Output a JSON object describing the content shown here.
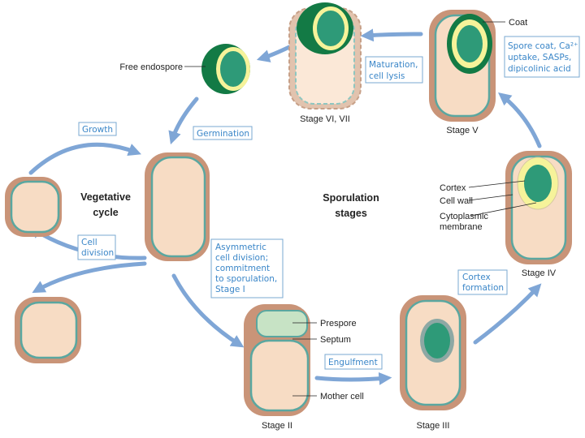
{
  "colors": {
    "cell_outer": "#c99478",
    "cell_inner": "#f7dcc4",
    "membrane": "#5aa7a0",
    "spore": "#2e9a78",
    "spore_light": "#a9d6b8",
    "coat_dark": "#137a45",
    "cortex_yellow": "#f6f39a",
    "arrow": "#7fa6d6",
    "label_blue": "#3a86c8"
  },
  "center": {
    "vegetative": [
      "Vegetative",
      "cycle"
    ],
    "sporulation": [
      "Sporulation",
      "stages"
    ]
  },
  "process_labels": {
    "growth": "Growth",
    "cell_division": [
      "Cell",
      "division"
    ],
    "germination": "Germination",
    "maturation": [
      "Maturation,",
      "cell lysis"
    ],
    "spore_coat": [
      "Spore coat, Ca²⁺",
      "uptake, SASPs,",
      "dipicolinic acid"
    ],
    "cortex_formation": [
      "Cortex",
      "formation"
    ],
    "engulfment": "Engulfment",
    "asymmetric": [
      "Asymmetric",
      "cell division;",
      "commitment",
      "to sporulation,",
      "Stage I"
    ]
  },
  "stages": {
    "stage2": "Stage II",
    "stage3": "Stage III",
    "stage4": "Stage IV",
    "stage5": "Stage V",
    "stage67": "Stage VI, VII"
  },
  "parts": {
    "free_endospore": "Free endospore",
    "coat": "Coat",
    "cortex": "Cortex",
    "cell_wall": "Cell wall",
    "cytoplasmic_membrane": [
      "Cytoplasmic",
      "membrane"
    ],
    "prespore": "Prespore",
    "septum": "Septum",
    "mother_cell": "Mother cell"
  }
}
